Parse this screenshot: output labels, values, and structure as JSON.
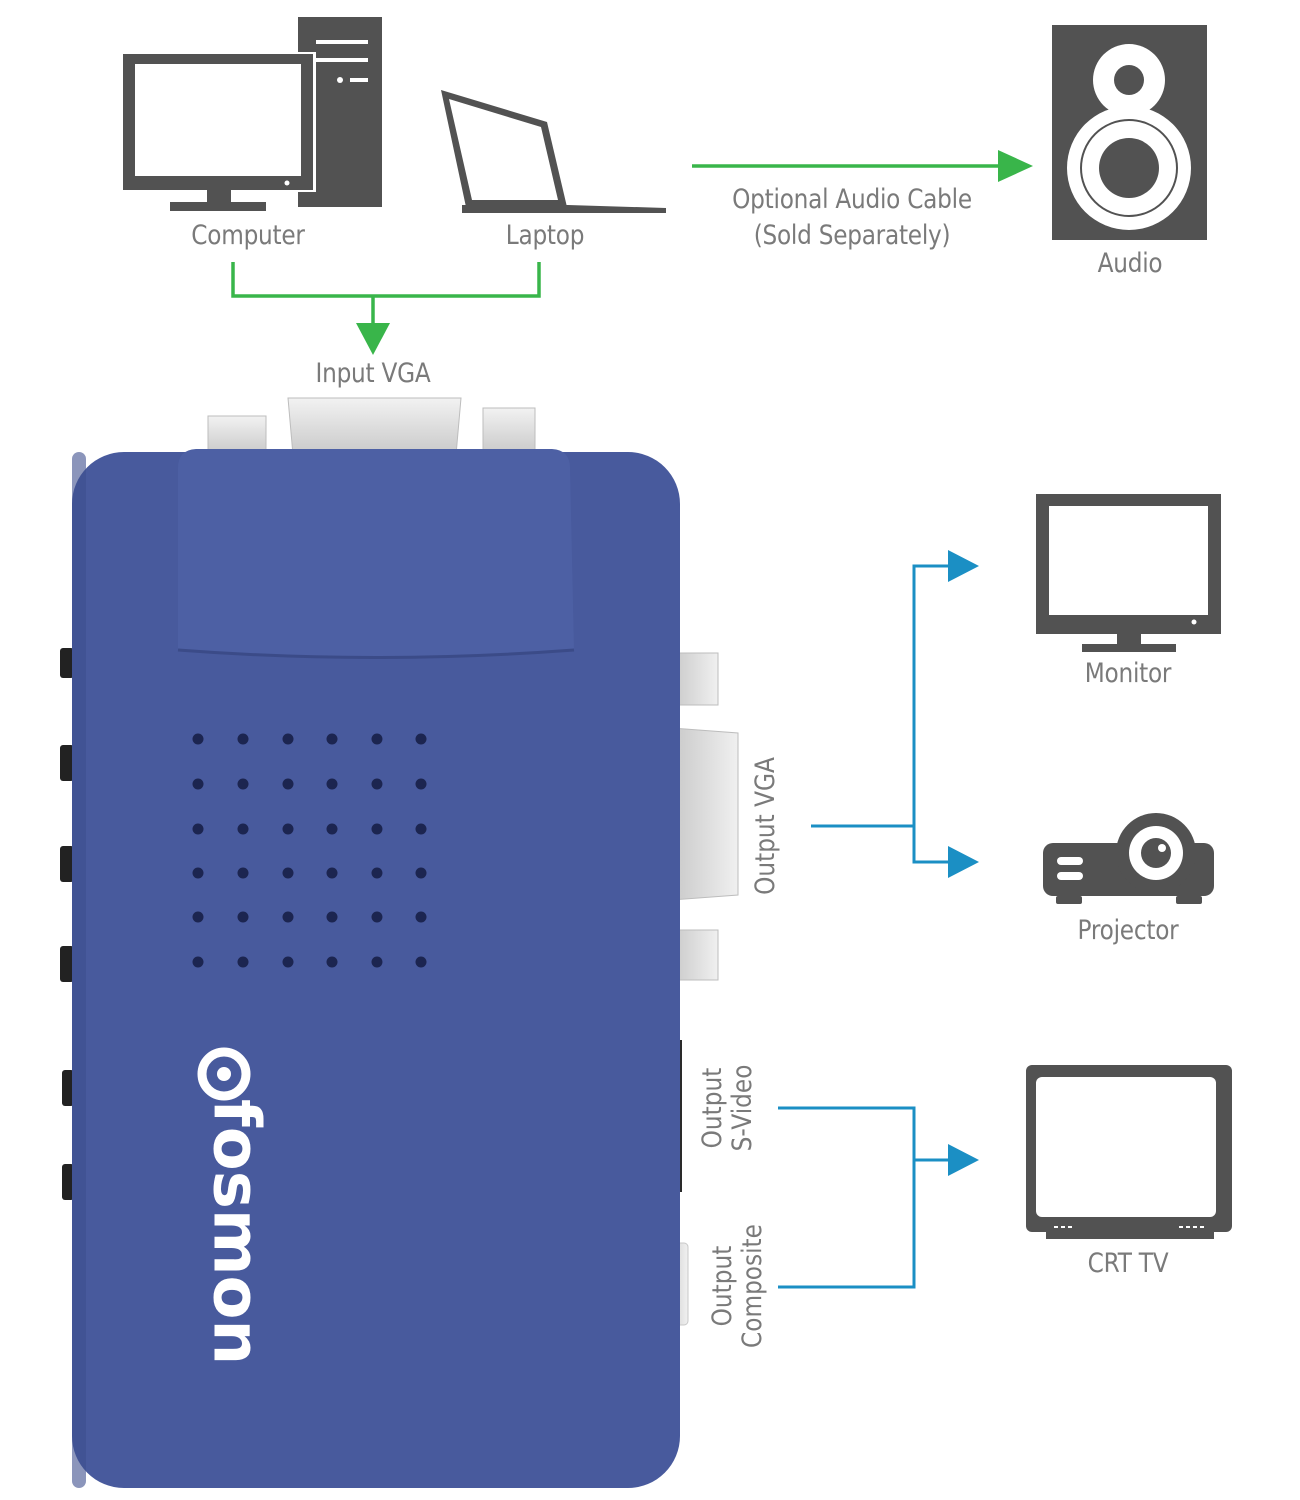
{
  "colors": {
    "icon": "#525252",
    "input_arrow": "#39b54a",
    "output_arrow": "#1b8fc4",
    "device_body": "#485a9d",
    "connector": "#dcdcdc",
    "label_text": "#7a7a7a"
  },
  "icons": [
    "computer-icon",
    "laptop-icon",
    "speaker-icon",
    "monitor-icon",
    "projector-icon",
    "crt-tv-icon",
    "fosmon-converter-device"
  ],
  "labels": {
    "computer": "Computer",
    "laptop": "Laptop",
    "audio_cable_line1": "Optional Audio Cable",
    "audio_cable_line2": "(Sold Separately)",
    "audio": "Audio",
    "input_vga": "Input VGA",
    "monitor": "Monitor",
    "projector": "Projector",
    "crt_tv": "CRT TV",
    "output_vga": "Output VGA",
    "output_svideo_line1": "Output",
    "output_svideo_line2": "S-Video",
    "output_composite_line1": "Output",
    "output_composite_line2": "Composite"
  },
  "device": {
    "brand": "fosmon"
  }
}
